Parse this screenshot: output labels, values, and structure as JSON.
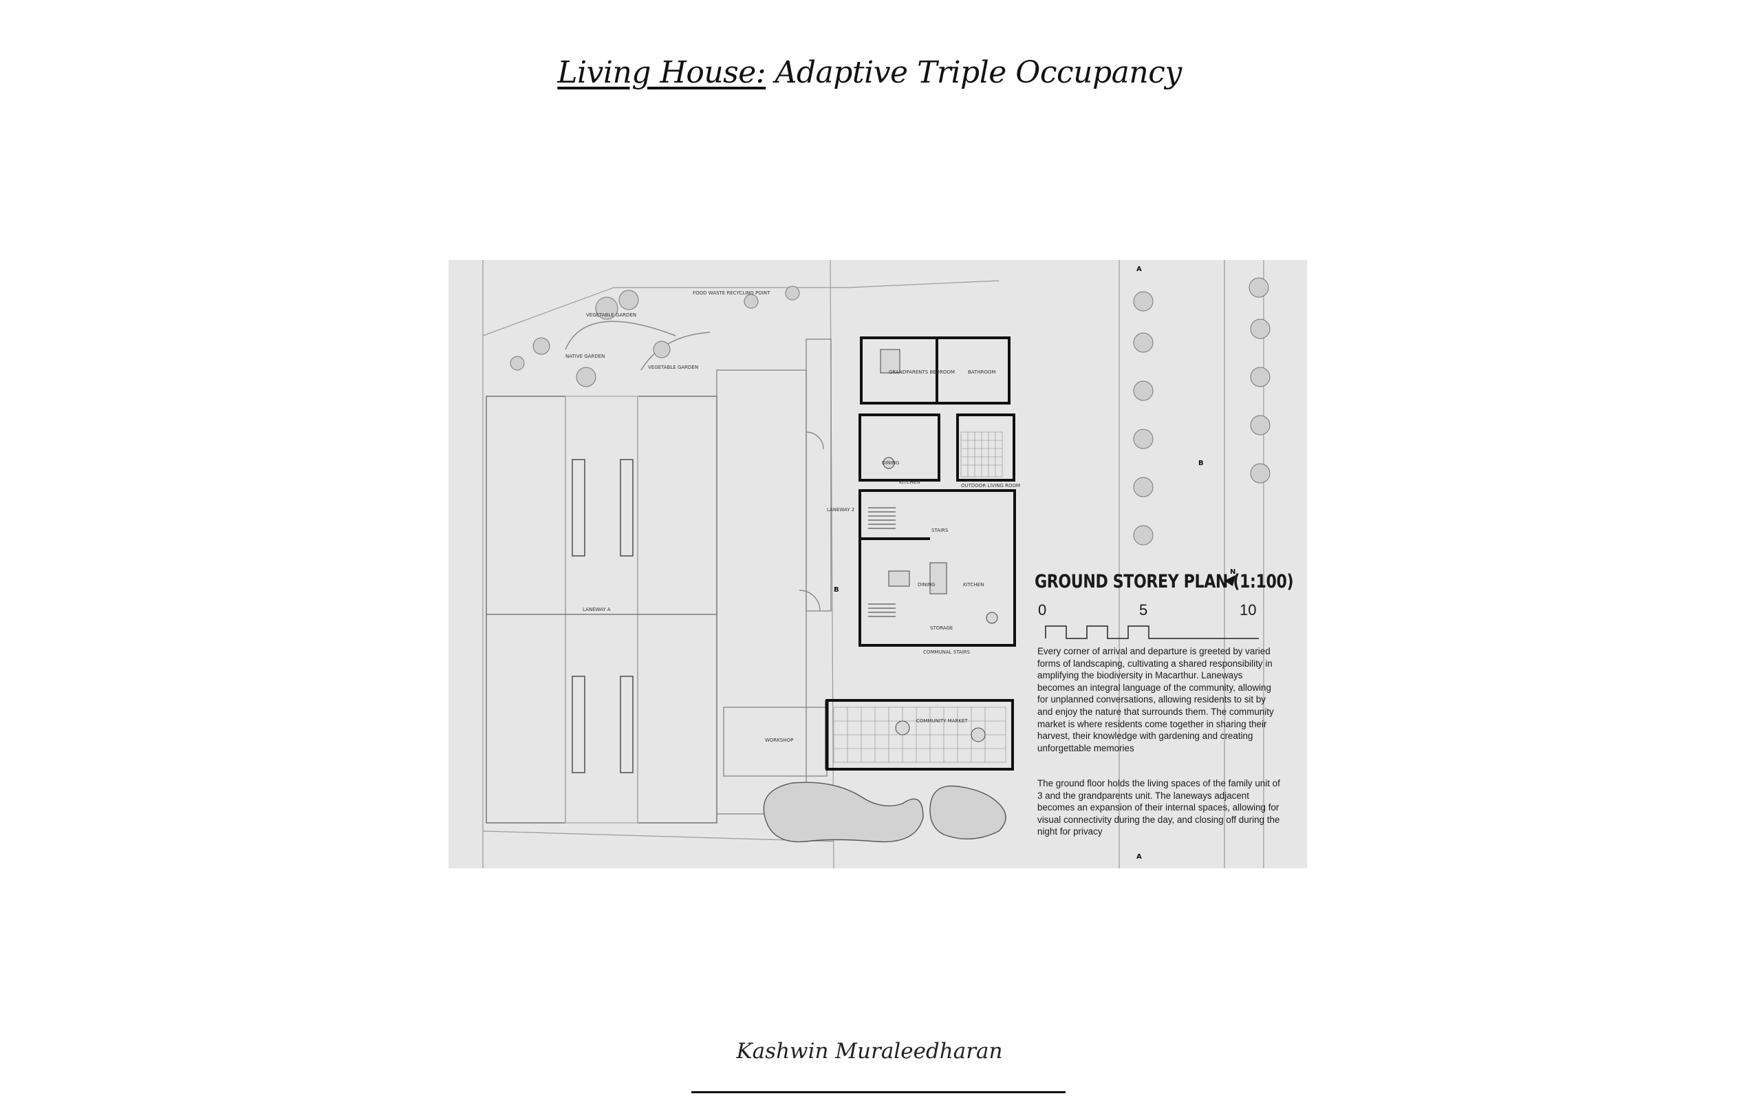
{
  "header": {
    "title_underlined": "Living House:",
    "title_rest": " Adaptive Triple Occupancy"
  },
  "plan": {
    "heading": "GROUND STOREY PLAN (1:100)",
    "north_label": "N",
    "scale_marks": [
      "0",
      "5",
      "10"
    ],
    "description_1": "Every corner of arrival and departure is greeted by varied forms of landscaping, cultivating a shared responsibility in amplifying the biodiversity in Macarthur.  Laneways becomes an integral language of the community, allowing for unplanned conversations, allowing residents to sit by and enjoy the nature that surrounds them. The community market is where residents come together in sharing their harvest, their knowledge with gardening and creating unforgettable memories",
    "description_2": "The ground floor holds the living spaces of the family unit of 3 and the grandparents unit. The laneways adjacent becomes an expansion of their internal spaces, allowing for visual connectivity during the day, and closing off during the night for privacy",
    "section_marks": [
      "A",
      "A",
      "B",
      "B"
    ],
    "room_labels": {
      "food_waste": "FOOD WASTE RECYCLING POINT",
      "veg_garden_1": "VEGETABLE GARDEN",
      "veg_garden_2": "VEGETABLE GARDEN",
      "native_garden": "NATIVE GARDEN",
      "grandparents_bedroom": "GRANDPARENTS BEDROOM",
      "bathroom": "BATHROOM",
      "dining_1": "DINING",
      "kitchen_1": "KITCHEN",
      "outdoor_living": "OUTDOOR LIVING ROOM",
      "stairs_1": "STAIRS",
      "dining_2": "DINING",
      "kitchen_2": "KITCHEN",
      "storage": "STORAGE",
      "communal_stairs": "COMMUNAL STAIRS",
      "community_market": "COMMUNITY MARKET",
      "workshop": "WORKSHOP",
      "laneway_a": "LANEWAY A",
      "laneway_2": "LANEWAY 2"
    }
  },
  "footer": {
    "author": "Kashwin Muraleedharan"
  }
}
